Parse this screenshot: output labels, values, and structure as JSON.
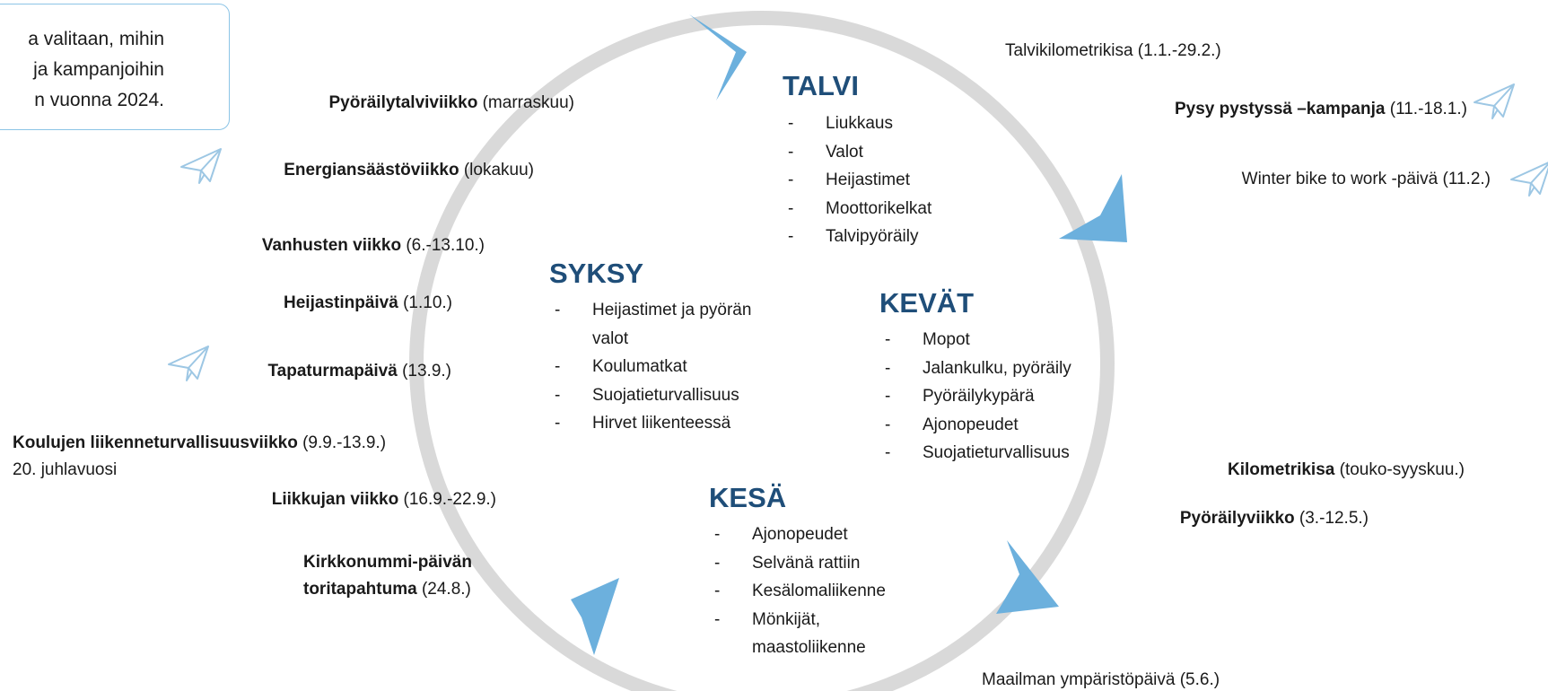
{
  "intro_text": "a valitaan, mihin\n ja kampanjoihin\nn vuonna 2024.",
  "colors": {
    "season_title": "#1f4e79",
    "ring": "#d9d9d9",
    "arrow": "#6cb0dd",
    "intro_border": "#8cc4e6",
    "plane_icon": "#9dc7e4"
  },
  "seasons": {
    "talvi": {
      "title": "TALVI",
      "items": [
        "Liukkaus",
        "Valot",
        "Heijastimet",
        "Moottorikelkat",
        "Talvipyöräily"
      ]
    },
    "kevat": {
      "title": "KEVÄT",
      "items": [
        "Mopot",
        "Jalankulku, pyöräily",
        "Pyöräilykypärä",
        "Ajonopeudet",
        "Suojatieturvallisuus"
      ]
    },
    "kesa": {
      "title": "KESÄ",
      "items": [
        "Ajonopeudet",
        "Selvänä rattiin",
        "Kesälomaliikenne",
        "Mönkijät, maastoliikenne"
      ]
    },
    "syksy": {
      "title": "SYKSY",
      "items": [
        "Heijastimet ja pyörän valot",
        "Koulumatkat",
        "Suojatieturvallisuus",
        "Hirvet liikenteessä"
      ]
    }
  },
  "events": {
    "talvikilometrikisa": {
      "name": "Talvikilometrikisa (1.1.-29.2.)"
    },
    "pysy_pystyssa": {
      "bold": "Pysy pystyssä –kampanja",
      "date": " (11.-18.1.)"
    },
    "winter_bike": {
      "name": "Winter bike to work -päivä (11.2.)"
    },
    "kilometrikisa": {
      "bold": "Kilometrikisa",
      "date": " (touko-syyskuu.)"
    },
    "pyorailyviikko": {
      "bold": "Pyöräilyviikko",
      "date": " (3.-12.5.)"
    },
    "ymparistopaiva": {
      "name": "Maailman ympäristöpäivä (5.6.)"
    },
    "kirkkonummi": {
      "bold_line1": "Kirkkonummi-päivän",
      "bold_line2": "toritapahtuma",
      "date": " (24.8.)"
    },
    "liikkujan_viikko": {
      "bold": "Liikkujan viikko",
      "date": " (16.9.-22.9.)"
    },
    "koulujen_viikko": {
      "bold": "Koulujen liikenneturvallisuusviikko",
      "date": " (9.9.-13.9.)",
      "note": "20. juhlavuosi"
    },
    "tapaturmapaiva": {
      "bold": "Tapaturmapäivä",
      "date": " (13.9.)"
    },
    "heijastinpaiva": {
      "bold": "Heijastinpäivä",
      "date": " (1.10.)"
    },
    "vanhusten_viikko": {
      "bold": "Vanhusten viikko",
      "date": " (6.-13.10.)"
    },
    "energiansaasto": {
      "bold": "Energiansäästöviikko",
      "date": " (lokakuu)"
    },
    "pyorailytalviviikko": {
      "bold": "Pyöräilytalviviikko",
      "date": " (marraskuu)"
    }
  }
}
